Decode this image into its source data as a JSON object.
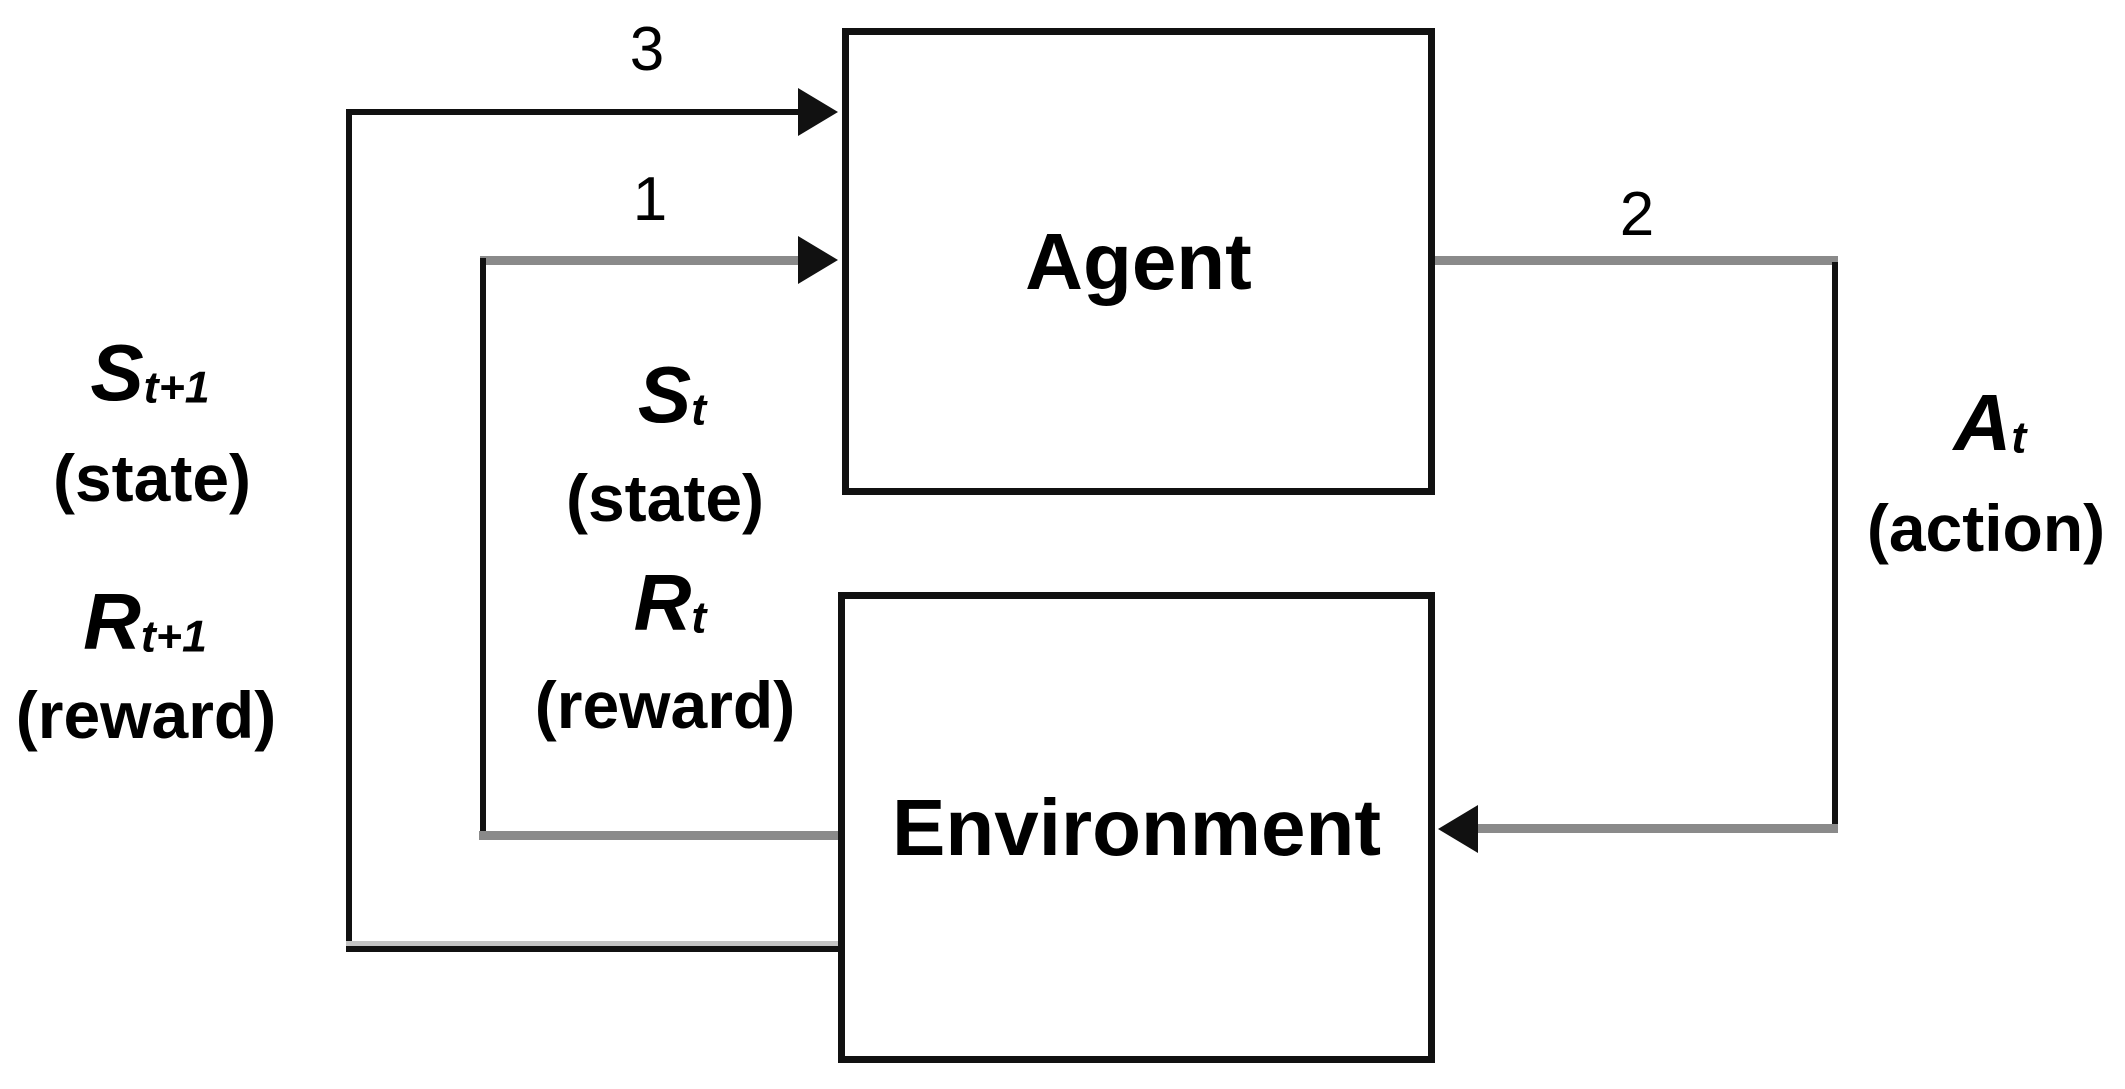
{
  "diagram": {
    "boxes": {
      "agent": {
        "label": "Agent"
      },
      "environment": {
        "label": "Environment"
      }
    },
    "arrows": {
      "arrow1": {
        "number": "1",
        "meaning": "state input to agent"
      },
      "arrow2": {
        "number": "2",
        "meaning": "action output to environment"
      },
      "arrow3": {
        "number": "3",
        "meaning": "next state input to agent"
      }
    },
    "labels": {
      "state_next": {
        "symbol": "S",
        "subscript": "t+1",
        "caption": "(state)"
      },
      "reward_next": {
        "symbol": "R",
        "subscript": "t+1",
        "caption": "(reward)"
      },
      "state_t": {
        "symbol": "S",
        "subscript": "t",
        "caption": "(state)"
      },
      "reward_t": {
        "symbol": "R",
        "subscript": "t",
        "caption": "(reward)"
      },
      "action_t": {
        "symbol": "A",
        "subscript": "t",
        "caption": "(action)"
      }
    },
    "colors": {
      "line_black": "#111111",
      "line_gray": "#8a8a8a",
      "line_lightgray": "#c4c4c4",
      "text_black": "#000000",
      "background": "#ffffff"
    }
  }
}
